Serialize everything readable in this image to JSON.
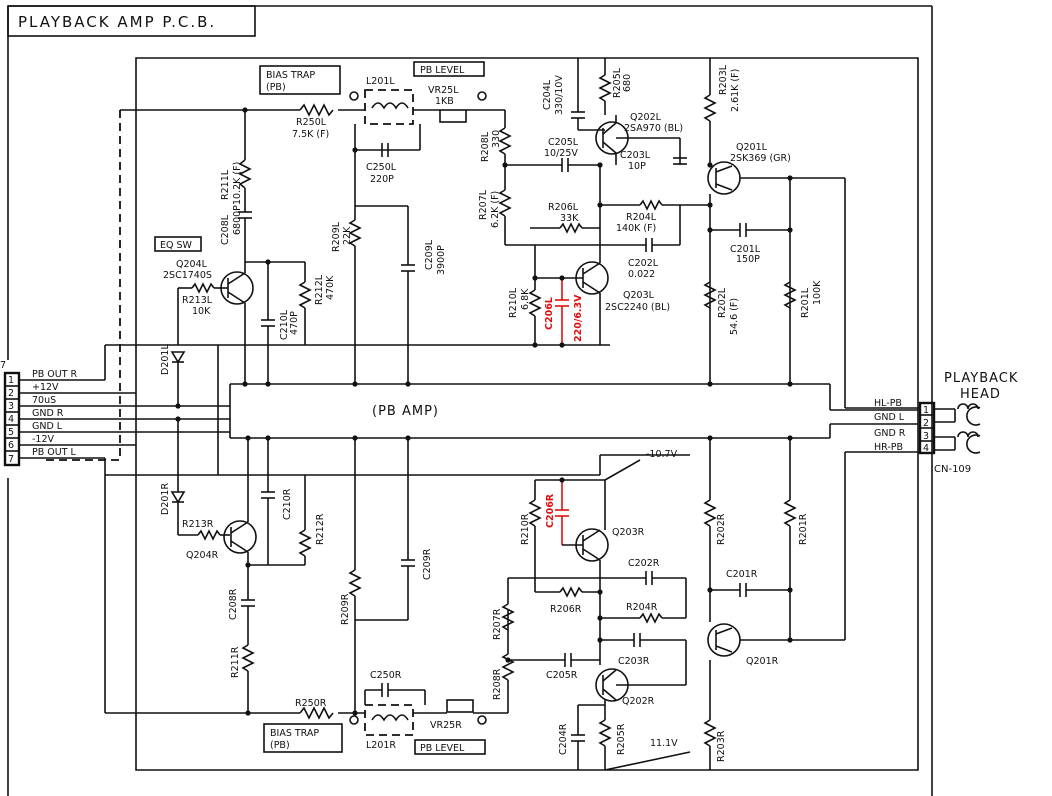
{
  "title": "PLAYBACK AMP P.C.B.",
  "center_label": "(PB AMP)",
  "head_label_1": "PLAYBACK",
  "head_label_2": "HEAD",
  "connector_label": "CN-109",
  "left_connector": {
    "pin_top_marker": "7",
    "pins": [
      "1",
      "2",
      "3",
      "4",
      "5",
      "6",
      "7"
    ],
    "signals": [
      "PB OUT R",
      "+12V",
      "70uS",
      "GND R",
      "GND L",
      "-12V",
      "PB OUT L"
    ]
  },
  "right_connector": {
    "pins": [
      "1",
      "2",
      "3",
      "4"
    ],
    "signals": [
      "HL-PB",
      "GND L",
      "GND R",
      "HR-PB"
    ]
  },
  "boxes": {
    "bias_trap_top": [
      "BIAS TRAP",
      "(PB)"
    ],
    "pb_level_top": "PB LEVEL",
    "eq_sw": "EQ SW",
    "bias_trap_bottom": [
      "BIAS TRAP",
      "(PB)"
    ],
    "pb_level_bottom": "PB LEVEL"
  },
  "voltages": {
    "neg": "-10.7V",
    "pos": "11.1V"
  },
  "components_top": {
    "L201L": "L201L",
    "VR25L": [
      "VR25L",
      "1KB"
    ],
    "R250L": [
      "R250L",
      "7.5K (F)"
    ],
    "C250L": [
      "C250L",
      "220P"
    ],
    "R211L": [
      "R211L",
      "10.2K (F)"
    ],
    "C208L": [
      "C208L",
      "6800P"
    ],
    "Q204L": [
      "Q204L",
      "2SC1740S"
    ],
    "R213L": [
      "R213L",
      "10K"
    ],
    "R212L": [
      "R212L",
      "470K"
    ],
    "C210L": [
      "C210L",
      "470P"
    ],
    "D201L": "D201L",
    "R209L": [
      "R209L",
      "22K"
    ],
    "C209L": [
      "C209L",
      "3900P"
    ],
    "C204L": [
      "C204L",
      "330/10V"
    ],
    "R205L": [
      "R205L",
      "680"
    ],
    "R203L": [
      "R203L",
      "2.61K (F)"
    ],
    "Q202L": [
      "Q202L",
      "2SA970 (BL)"
    ],
    "R208L": [
      "R208L",
      "330"
    ],
    "C205L": [
      "C205L",
      "10/25V"
    ],
    "C203L": [
      "C203L",
      "10P"
    ],
    "Q201L": [
      "Q201L",
      "2SK369 (GR)"
    ],
    "R207L": [
      "R207L",
      "6.2K (F)"
    ],
    "R206L": [
      "R206L",
      "33K"
    ],
    "R204L": [
      "R204L",
      "140K (F)"
    ],
    "C201L": [
      "C201L",
      "150P"
    ],
    "C202L": [
      "C202L",
      "0.022"
    ],
    "R210L": [
      "R210L",
      "6.8K"
    ],
    "C206L": [
      "C206L",
      "220/6.3V"
    ],
    "Q203L": [
      "Q203L",
      "2SC2240 (BL)"
    ],
    "R202L": [
      "R202L",
      "54.6 (F)"
    ],
    "R201L": [
      "R201L",
      "100K"
    ]
  },
  "components_bottom": {
    "D201R": "D201R",
    "R213R": "R213R",
    "Q204R": "Q204R",
    "C210R": "C210R",
    "R212R": "R212R",
    "C208R": "C208R",
    "R211R": "R211R",
    "R209R": "R209R",
    "C209R": "C209R",
    "R250R": "R250R",
    "C250R": "C250R",
    "L201R": "L201R",
    "VR25R": "VR25R",
    "R208R": "R208R",
    "R207R": "R207R",
    "R210R": "R210R",
    "C206R": "C206R",
    "Q203R": "Q203R",
    "C202R": "C202R",
    "R206R": "R206R",
    "R204R": "R204R",
    "C205R": "C205R",
    "C203R": "C203R",
    "Q202R": "Q202R",
    "C204R": "C204R",
    "R205R": "R205R",
    "R203R": "R203R",
    "R202R": "R202R",
    "R201R": "R201R",
    "C201R": "C201R",
    "Q201R": "Q201R"
  }
}
